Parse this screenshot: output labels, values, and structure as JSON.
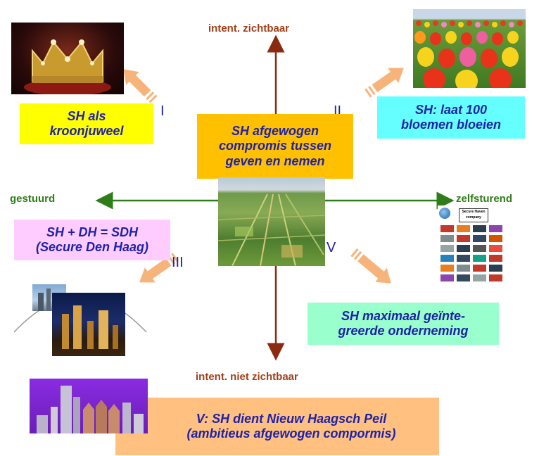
{
  "axes": {
    "top": "intent. zichtbaar",
    "bottom": "intent. niet zichtbaar",
    "left": "gestuurd",
    "right": "zelfsturend"
  },
  "roman": {
    "q1": "I",
    "q2": "II",
    "q3": "III",
    "q5": "V"
  },
  "boxes": {
    "q1": {
      "line1": "SH als",
      "line2": "kroonjuweel",
      "color": "#ffff00"
    },
    "q2": {
      "line1": "SH: laat 100",
      "line2": "bloemen bloeien",
      "color": "#66ffff"
    },
    "center": {
      "line1": "SH afgewogen",
      "line2": "compromis tussen",
      "line3": "geven en nemen",
      "color": "#ffc000"
    },
    "q3": {
      "line1": "SH + DH = SDH",
      "line2": "(Secure Den Haag)",
      "color": "#ffccff"
    },
    "q4": {
      "line1": "SH maximaal geïnte-",
      "line2": "greerde onderneming",
      "color": "#99ffcc"
    },
    "bottom": {
      "line1": "V: SH dient Nieuw Haagsch Peil",
      "line2": "(ambitieus afgewogen compormis)",
      "color": "#ffc080"
    }
  },
  "logo_grid": {
    "header": "Secure Haven company"
  },
  "colors": {
    "axis_vertical": "#8b2a10",
    "axis_horizontal": "#2f7d18",
    "arrow_fill": "#f7b47a",
    "text": "#1e22a8"
  }
}
